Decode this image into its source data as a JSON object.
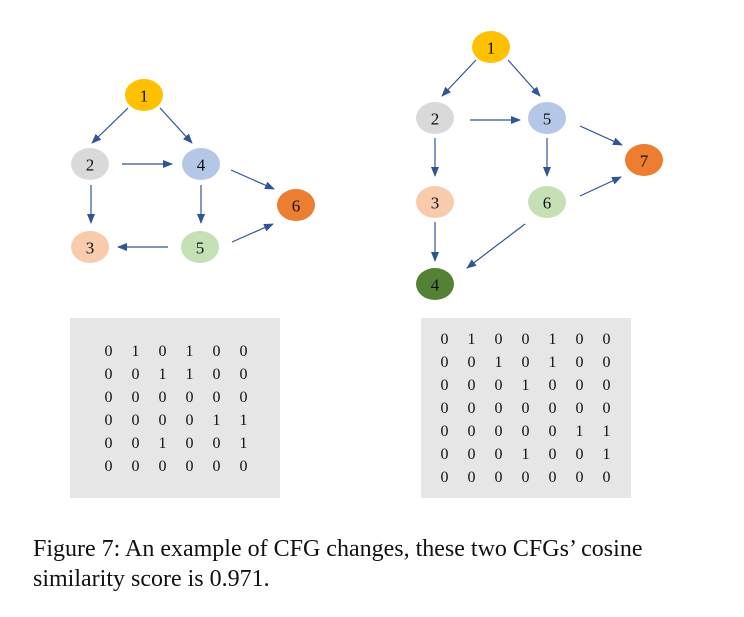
{
  "left_graph": {
    "nodes": [
      {
        "label": "1",
        "color": "#FFC000"
      },
      {
        "label": "2",
        "color": "#D9D9D9"
      },
      {
        "label": "4",
        "color": "#B4C7E7"
      },
      {
        "label": "3",
        "color": "#F8CBAD"
      },
      {
        "label": "5",
        "color": "#C5E0B4"
      },
      {
        "label": "6",
        "color": "#ED7D31"
      }
    ],
    "matrix": [
      [
        "0",
        "1",
        "0",
        "1",
        "0",
        "0"
      ],
      [
        "0",
        "0",
        "1",
        "1",
        "0",
        "0"
      ],
      [
        "0",
        "0",
        "0",
        "0",
        "0",
        "0"
      ],
      [
        "0",
        "0",
        "0",
        "0",
        "1",
        "1"
      ],
      [
        "0",
        "0",
        "1",
        "0",
        "0",
        "1"
      ],
      [
        "0",
        "0",
        "0",
        "0",
        "0",
        "0"
      ]
    ]
  },
  "right_graph": {
    "nodes": [
      {
        "label": "1",
        "color": "#FFC000"
      },
      {
        "label": "2",
        "color": "#D9D9D9"
      },
      {
        "label": "5",
        "color": "#B4C7E7"
      },
      {
        "label": "7",
        "color": "#ED7D31"
      },
      {
        "label": "3",
        "color": "#F8CBAD"
      },
      {
        "label": "6",
        "color": "#C5E0B4"
      },
      {
        "label": "4",
        "color": "#548235"
      }
    ],
    "matrix": [
      [
        "0",
        "1",
        "0",
        "0",
        "1",
        "0",
        "0"
      ],
      [
        "0",
        "0",
        "1",
        "0",
        "1",
        "0",
        "0"
      ],
      [
        "0",
        "0",
        "0",
        "1",
        "0",
        "0",
        "0"
      ],
      [
        "0",
        "0",
        "0",
        "0",
        "0",
        "0",
        "0"
      ],
      [
        "0",
        "0",
        "0",
        "0",
        "0",
        "1",
        "1"
      ],
      [
        "0",
        "0",
        "0",
        "1",
        "0",
        "0",
        "1"
      ],
      [
        "0",
        "0",
        "0",
        "0",
        "0",
        "0",
        "0"
      ]
    ]
  },
  "colors": {
    "arrow": "#2F5597",
    "matrix_background": "#E6E6E6"
  },
  "caption": "Figure 7: An example of CFG changes, these two CFGs’ cosine similarity score is 0.971."
}
